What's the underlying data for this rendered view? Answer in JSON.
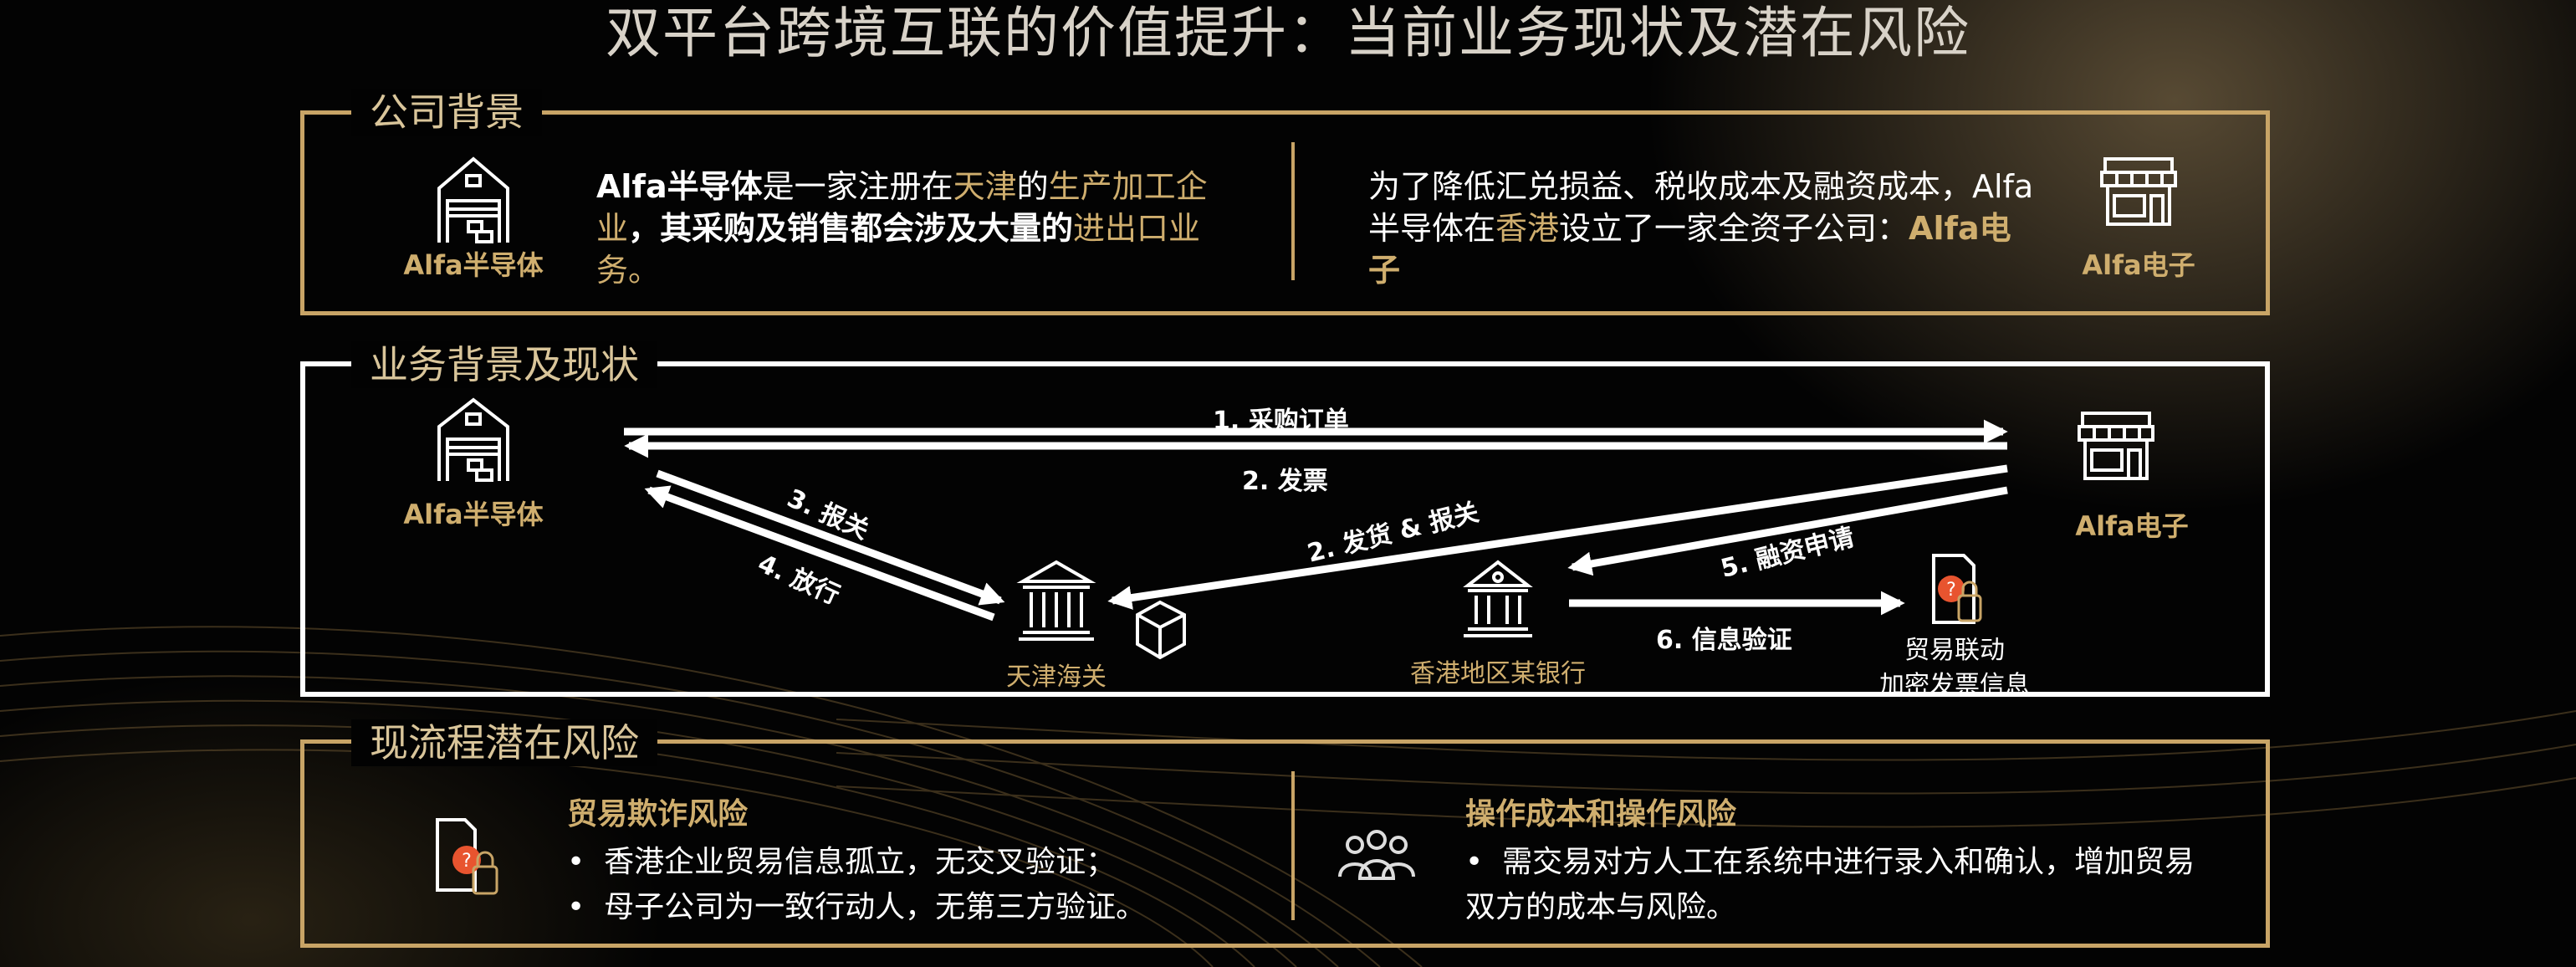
{
  "title": "双平台跨境互联的价值提升：当前业务现状及潜在风险",
  "colors": {
    "gold": "#c8a466",
    "text_gold": "#cfae6e",
    "white": "#ffffff",
    "warning": "#e8542f"
  },
  "company": {
    "label": "公司背景",
    "left_entity": {
      "icon": "warehouse-icon",
      "name": "Alfa半导体"
    },
    "left_text": [
      {
        "t": "Alfa半导体",
        "style": "bold"
      },
      {
        "t": "是一家注册在"
      },
      {
        "t": "天津",
        "style": "gold"
      },
      {
        "t": "的"
      },
      {
        "t": "生产加工企业",
        "style": "gold"
      },
      {
        "t": "，其采购及销售都会涉及大量的",
        "style": "bold"
      },
      {
        "t": "进出口业务",
        "style": "gold"
      },
      {
        "t": "。",
        "style": "gold"
      }
    ],
    "right_text": [
      {
        "t": "为了降低汇兑损益、税收成本及融资成本，Alfa半导体在"
      },
      {
        "t": "香港",
        "style": "gold"
      },
      {
        "t": "设立了一家全资子公司："
      },
      {
        "t": "Alfa电子",
        "style": "gold"
      }
    ],
    "right_entity": {
      "icon": "store-icon",
      "name": "Alfa电子"
    }
  },
  "business": {
    "label": "业务背景及现状",
    "nodes": {
      "semiconductor": "Alfa半导体",
      "electronics": "Alfa电子",
      "customs": "天津海关",
      "bank": "香港地区某银行",
      "invoice_line1": "贸易联动",
      "invoice_line2": "加密发票信息"
    },
    "flows": {
      "f1": "1. 采购订单",
      "f2": "2. 发票",
      "f3": "3. 报关",
      "f4": "4. 放行",
      "f2b": "2. 发货 & 报关",
      "f5": "5. 融资申请",
      "f6": "6. 信息验证"
    }
  },
  "risks": {
    "label": "现流程潜在风险",
    "left": {
      "heading": "贸易欺诈风险",
      "bullets": [
        "香港企业贸易信息孤立，无交叉验证；",
        "母子公司为一致行动人，无第三方验证。"
      ]
    },
    "right": {
      "heading": "操作成本和操作风险",
      "bullets": [
        "需交易对方人工在系统中进行录入和确认，增加贸易双方的成本与风险。"
      ]
    }
  }
}
